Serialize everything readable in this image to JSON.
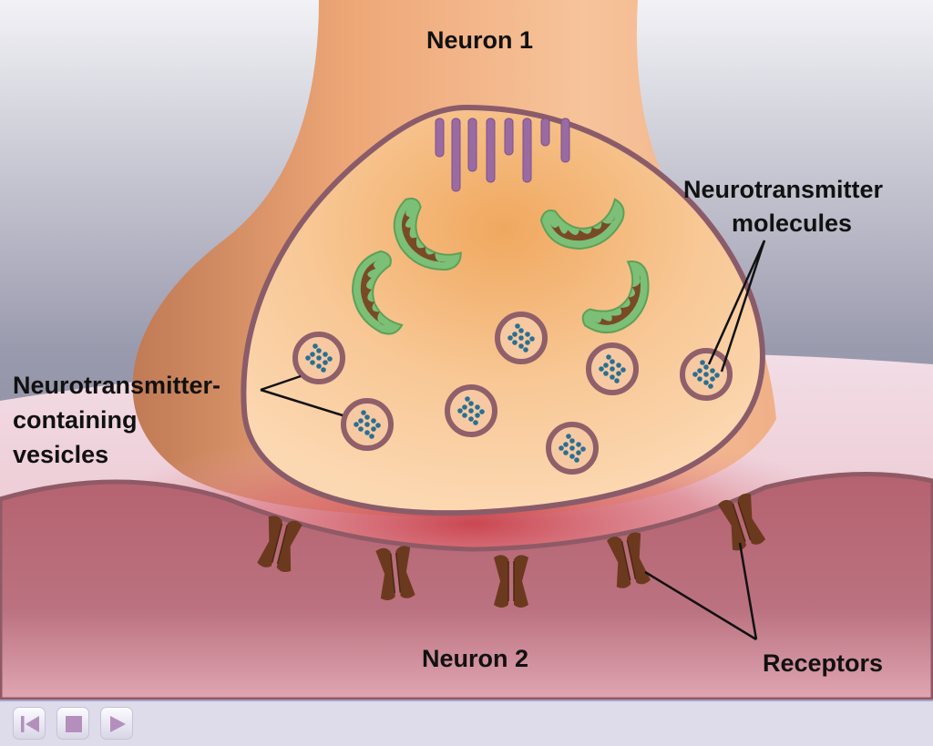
{
  "labels": {
    "neuron1": "Neuron 1",
    "neuron2": "Neuron 2",
    "vesicles_line1": "Neurotransmitter-",
    "vesicles_line2": "containing",
    "vesicles_line3": "vesicles",
    "molecules_line1": "Neurotransmitter",
    "molecules_line2": "molecules",
    "receptors": "Receptors"
  },
  "controls": {
    "rewind": "rewind-icon",
    "stop": "stop-icon",
    "play": "play-icon"
  },
  "colors": {
    "neuron1": "#f4b98a",
    "terminal": "#fbd1a6",
    "membrane": "#8f5f6a",
    "neuron2": "#b36a76",
    "receptor": "#6b3a1e",
    "mitochondria_outer": "#6fb16a",
    "vesicle_dot": "#2a6f93",
    "control_icon": "#b48fbd"
  }
}
